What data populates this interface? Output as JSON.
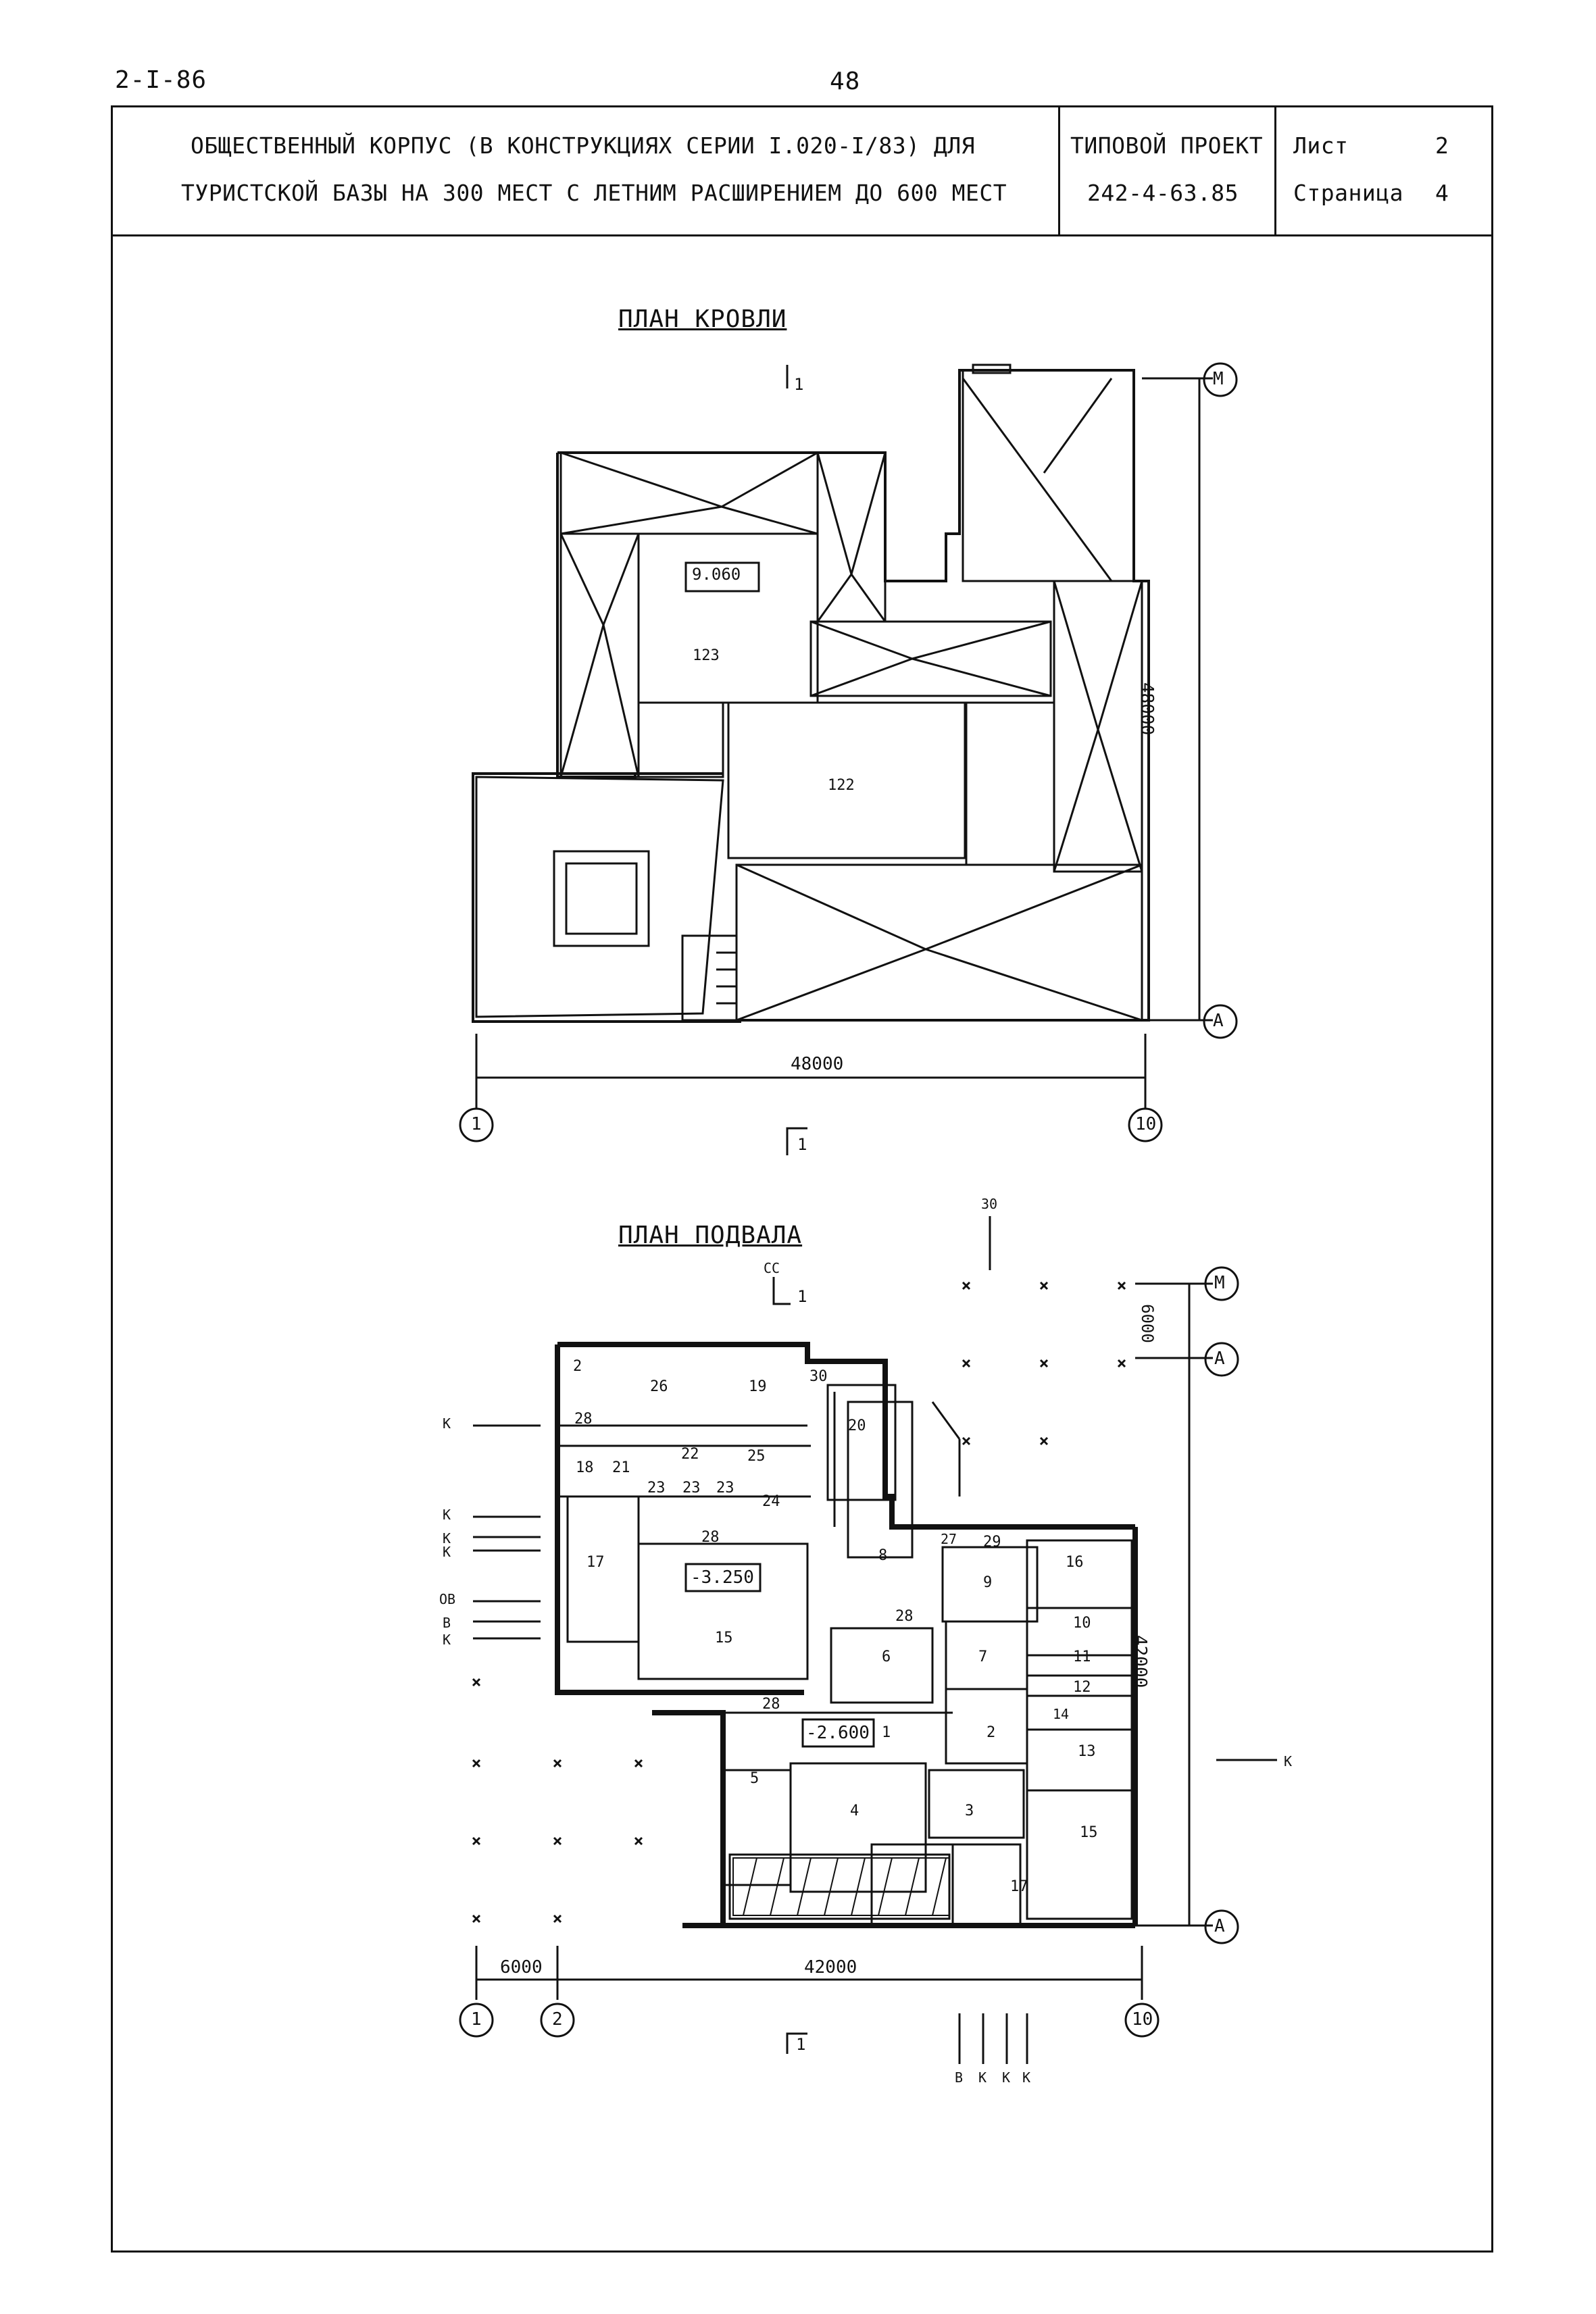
{
  "header": {
    "doc_code": "2-I-86",
    "page_number": "48"
  },
  "title_block": {
    "title_line1": "ОБЩЕСТВЕННЫЙ КОРПУС (В КОНСТРУКЦИЯХ СЕРИИ I.020-I/83) ДЛЯ",
    "title_line2": "ТУРИСТСКОЙ БАЗЫ НА 300 МЕСТ С ЛЕТНИМ РАСШИРЕНИЕМ ДО 600 МЕСТ",
    "project_label": "ТИПОВОЙ ПРОЕКТ",
    "project_number": "242-4-63.85",
    "sheet_label": "Лист",
    "sheet_value": "2",
    "page_label": "Страница",
    "page_value": "4"
  },
  "roof_plan": {
    "title": "ПЛАН КРОВЛИ",
    "elevation": "9.060",
    "rooms": [
      "123",
      "122"
    ],
    "dim_width": "48000",
    "dim_height": "48000",
    "axes": [
      "М",
      "А",
      "1",
      "10"
    ],
    "section_label": "1"
  },
  "basement_plan": {
    "title": "ПЛАН ПОДВАЛА",
    "elevation_main": "-3.250",
    "elevation_lower": "-2.600",
    "rooms": [
      "2",
      "26",
      "19",
      "30",
      "20",
      "28",
      "18",
      "21",
      "22",
      "23",
      "23",
      "23",
      "25",
      "24",
      "17",
      "28",
      "15",
      "8",
      "27",
      "29",
      "16",
      "9",
      "28",
      "10",
      "11",
      "12",
      "14",
      "13",
      "6",
      "7",
      "28",
      "1",
      "2",
      "5",
      "4",
      "3",
      "15",
      "17"
    ],
    "dim_width": "42000",
    "dim_bay": "6000",
    "dim_height": "42000",
    "dim_top_bay": "6000",
    "axes": [
      "М",
      "А",
      "А",
      "1",
      "2",
      "10"
    ],
    "section_label": "1",
    "utility_labels": [
      "К",
      "К",
      "К",
      "К",
      "ОВ",
      "В",
      "К",
      "К",
      "В",
      "К",
      "К",
      "К",
      "30",
      "СС"
    ]
  }
}
